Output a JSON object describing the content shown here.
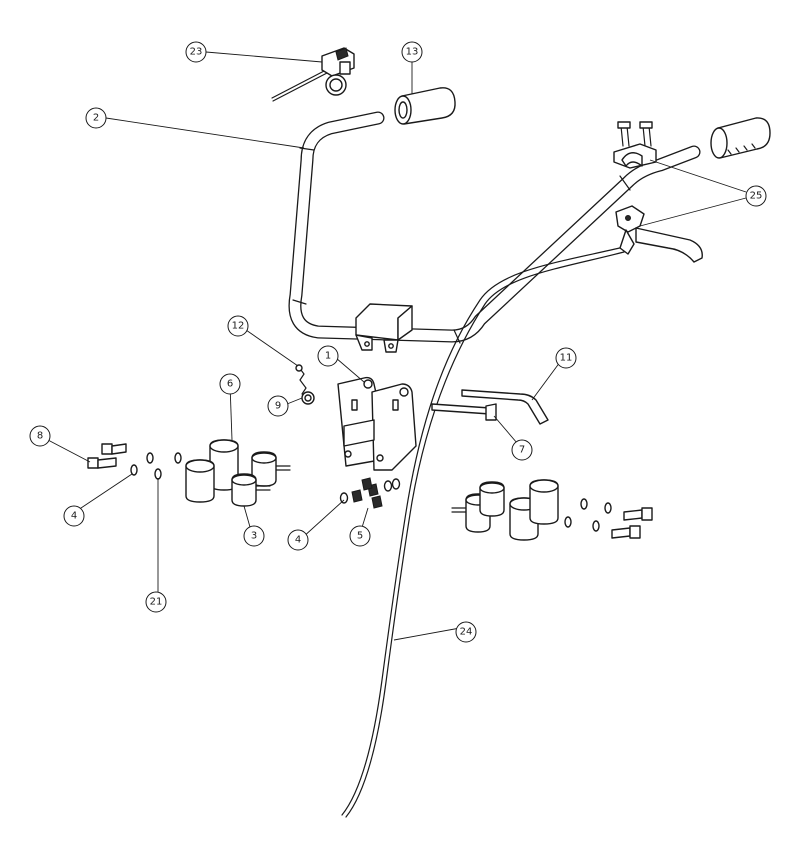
{
  "callouts": [
    {
      "id": "c23",
      "label": "23"
    },
    {
      "id": "c13",
      "label": "13"
    },
    {
      "id": "c2",
      "label": "2"
    },
    {
      "id": "c25",
      "label": "25"
    },
    {
      "id": "c12",
      "label": "12"
    },
    {
      "id": "c1",
      "label": "1"
    },
    {
      "id": "c11",
      "label": "11"
    },
    {
      "id": "c6",
      "label": "6"
    },
    {
      "id": "c9",
      "label": "9"
    },
    {
      "id": "c8",
      "label": "8"
    },
    {
      "id": "c7",
      "label": "7"
    },
    {
      "id": "c4a",
      "label": "4"
    },
    {
      "id": "c3",
      "label": "3"
    },
    {
      "id": "c4b",
      "label": "4"
    },
    {
      "id": "c5",
      "label": "5"
    },
    {
      "id": "c21",
      "label": "21"
    },
    {
      "id": "c24",
      "label": "24"
    }
  ],
  "colors": {
    "line": "#1a1a1a",
    "background": "#ffffff"
  }
}
